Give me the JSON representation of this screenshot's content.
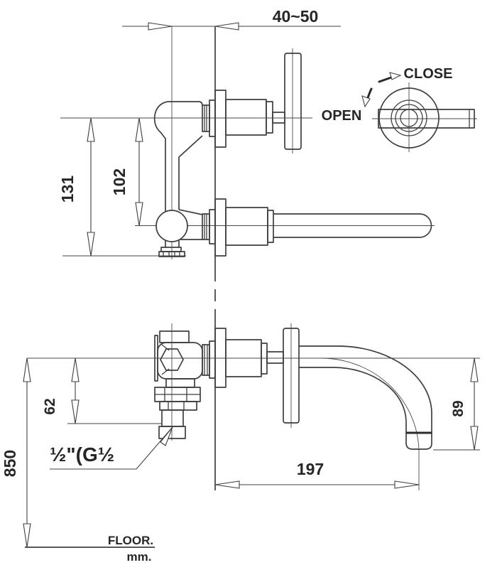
{
  "upper_view": {
    "wall_depth_dim": "40~50",
    "body_height_dim": "131",
    "port_spacing_dim": "102"
  },
  "handle_detail": {
    "close_label": "CLOSE",
    "open_label": "OPEN"
  },
  "lower_view": {
    "inlet_drop_dim": "62",
    "mounting_height_dim": "850",
    "spout_drop_dim": "89",
    "spout_reach_dim": "197",
    "inlet_thread_label": "½\"(G½",
    "floor_label": "FLOOR.",
    "unit_label": "mm."
  },
  "colors": {
    "line": "#3f3f3f",
    "text": "#262626",
    "background": "#ffffff"
  }
}
